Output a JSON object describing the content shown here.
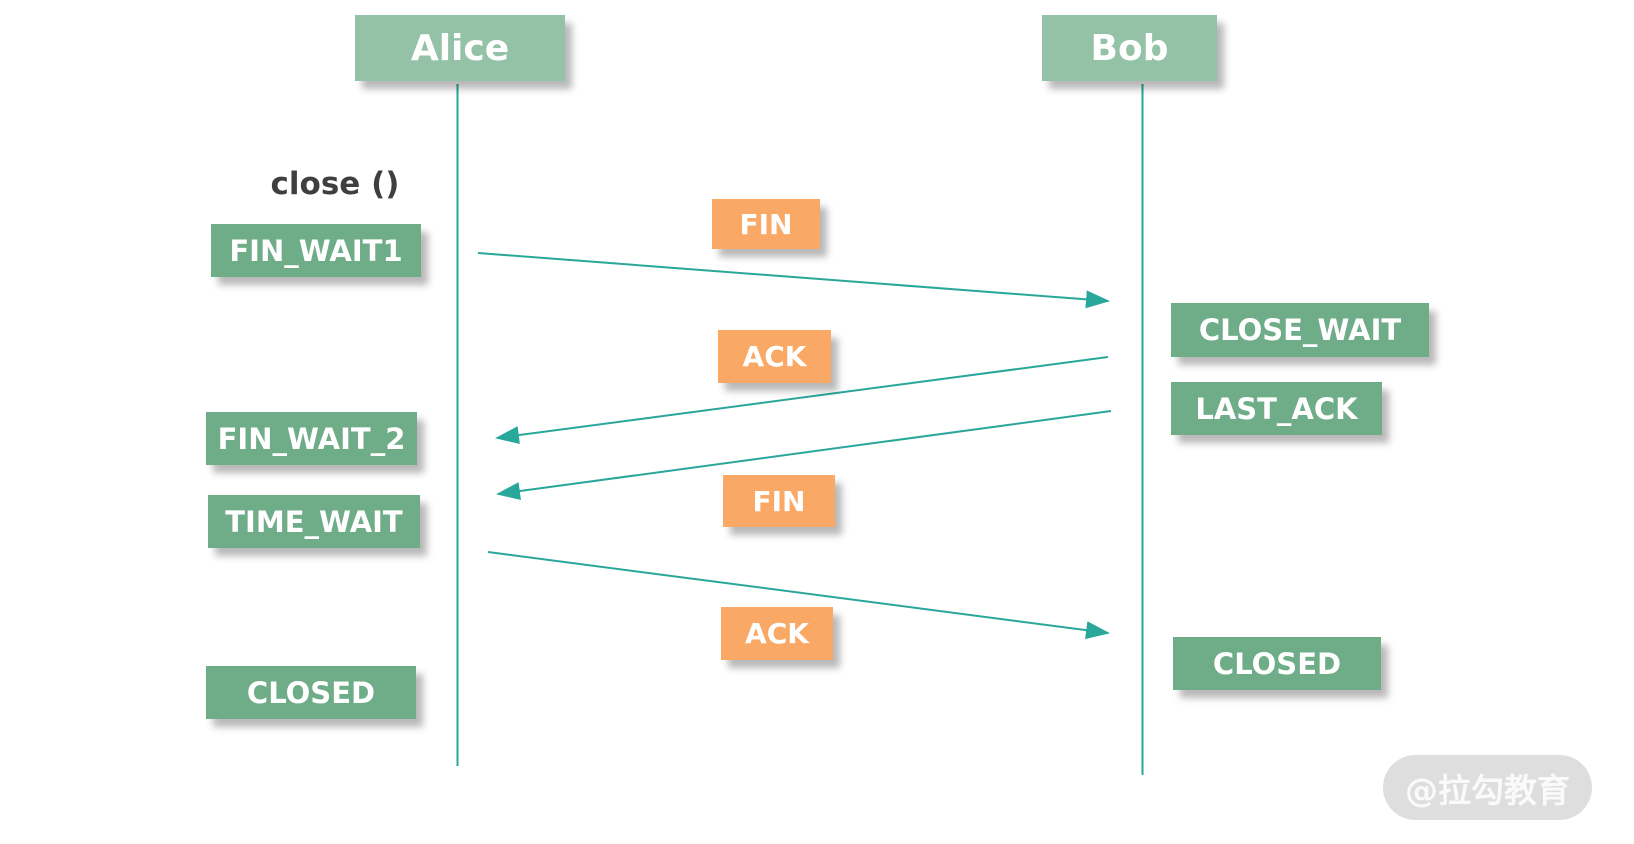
{
  "diagram": {
    "title_implied": "TCP connection close (four-way handshake) sequence",
    "actors": [
      {
        "name": "Alice"
      },
      {
        "name": "Bob"
      }
    ],
    "annotation": "close ()",
    "alice_states": [
      "FIN_WAIT1",
      "FIN_WAIT_2",
      "TIME_WAIT",
      "CLOSED"
    ],
    "bob_states": [
      "CLOSE_WAIT",
      "LAST_ACK",
      "CLOSED"
    ],
    "messages": [
      {
        "label": "FIN",
        "from": "Alice",
        "to": "Bob"
      },
      {
        "label": "ACK",
        "from": "Bob",
        "to": "Alice"
      },
      {
        "label": "FIN",
        "from": "Bob",
        "to": "Alice"
      },
      {
        "label": "ACK",
        "from": "Alice",
        "to": "Bob"
      }
    ],
    "colors": {
      "actor_box": "#94c2a6",
      "state_box": "#6fad88",
      "message_box": "#f9a965",
      "arrow_line": "#2aa79b",
      "annotation_text": "#3f3f3f",
      "watermark_bg": "#dedede",
      "watermark_text": "#fafafa"
    },
    "watermark": "@拉勾教育"
  }
}
